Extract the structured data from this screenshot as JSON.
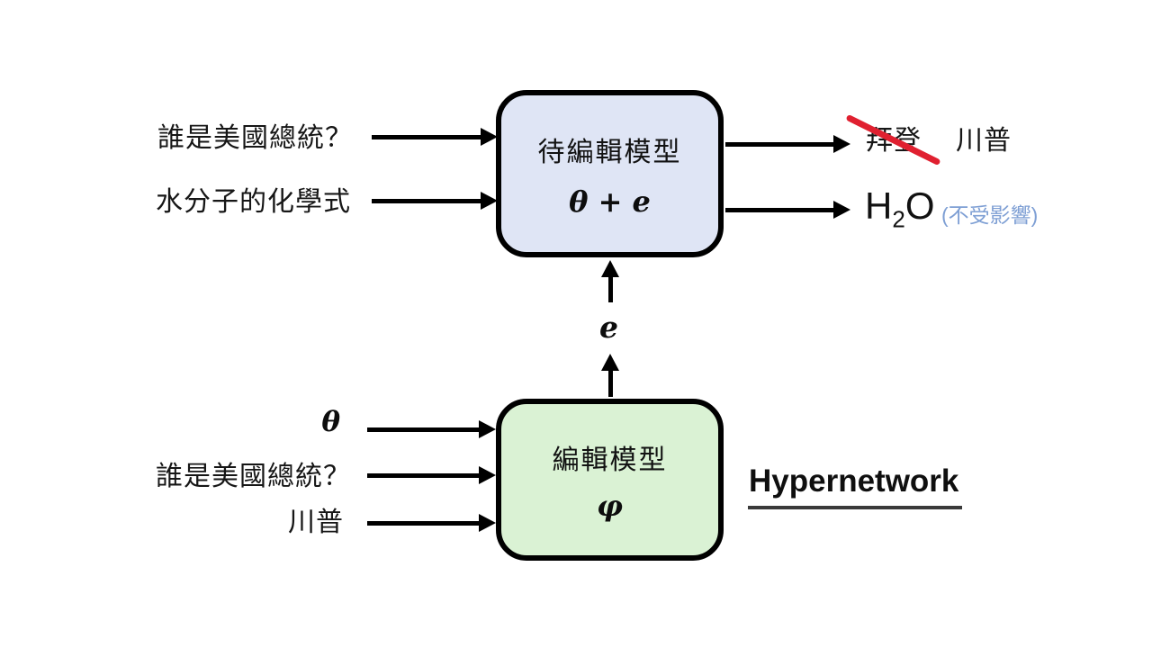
{
  "slide": {
    "top_flow": {
      "inputs": [
        "誰是美國總統？",
        "水分子的化學式"
      ],
      "box": {
        "title": "待編輯模型",
        "math": "θ + e"
      },
      "outputs": {
        "answer_old": "拜登",
        "answer_new": "川普",
        "formula_main": "H",
        "formula_sub": "2",
        "formula_tail": "O",
        "note": "(不受影響)"
      }
    },
    "edit_vector": "e",
    "bottom_flow": {
      "inputs": [
        "θ",
        "誰是美國總統？",
        "川普"
      ],
      "box": {
        "title": "編輯模型",
        "math": "φ"
      },
      "caption": "Hypernetwork"
    },
    "colors": {
      "edited_model_fill": "#dfe5f5",
      "editor_model_fill": "#daf2d4",
      "box_border": "#000000",
      "strike_red": "#e02030",
      "note_blue": "#7e9fd4"
    }
  }
}
